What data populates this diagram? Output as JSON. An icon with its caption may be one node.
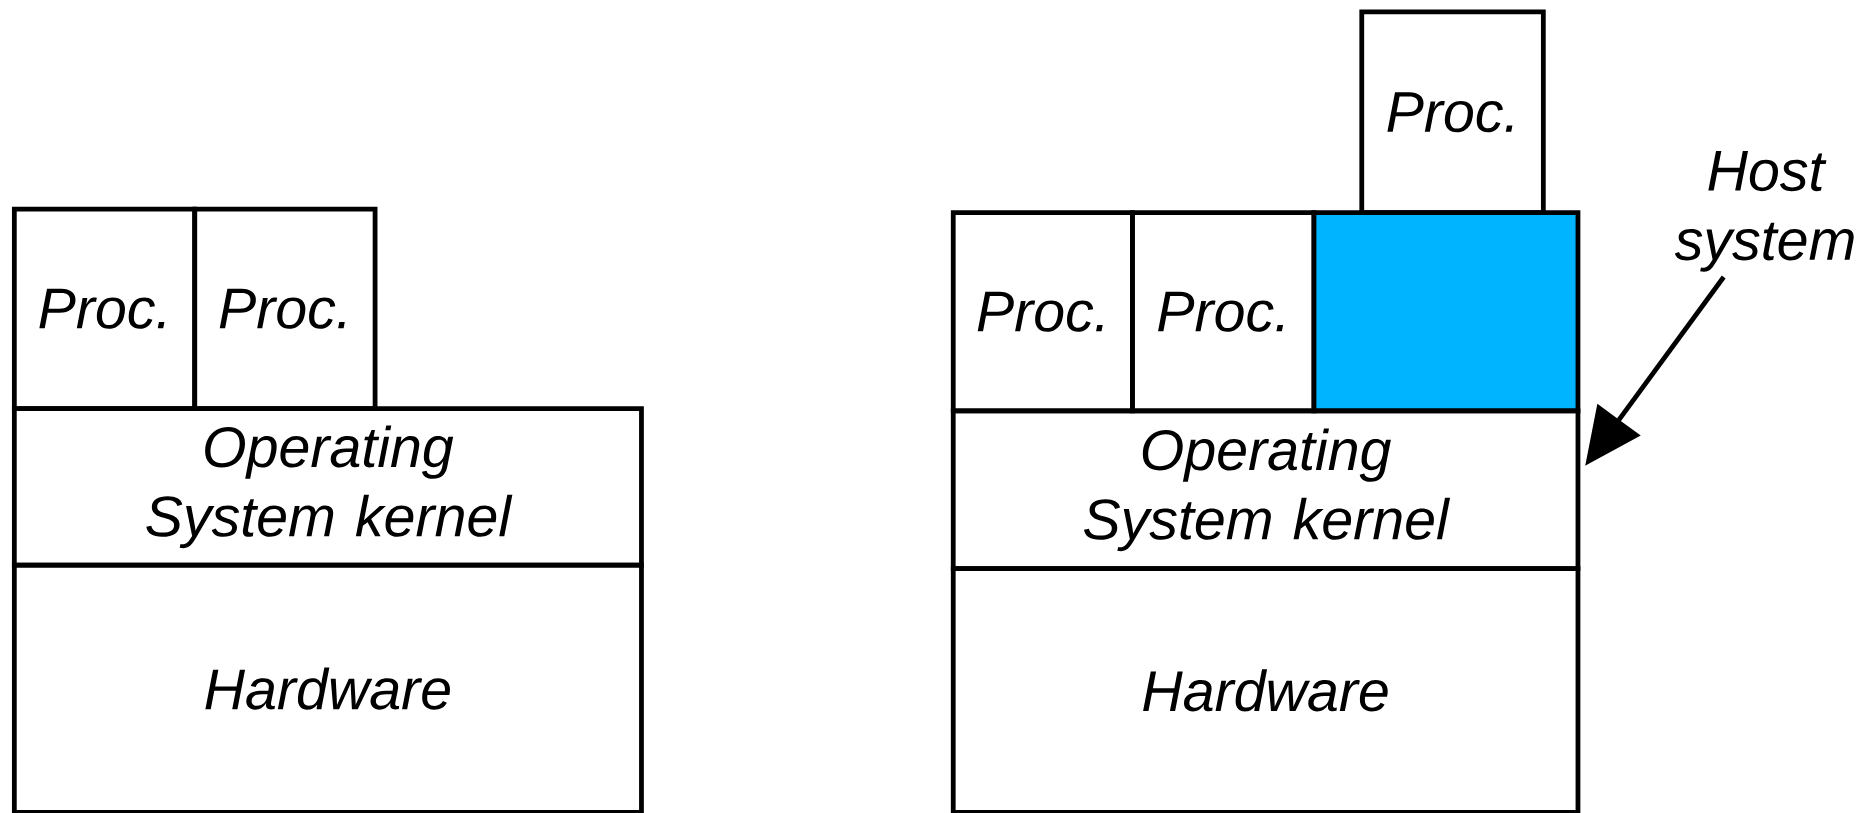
{
  "diagram": {
    "nodes": [
      {
        "text": [
          "Proc."
        ]
      },
      {
        "text": [
          "Proc."
        ]
      },
      {
        "text": [
          "Operating System kernel"
        ]
      },
      {
        "text": [
          "Hardware"
        ]
      },
      {
        "text": [
          "Proc."
        ]
      },
      {
        "text": [
          "Host system"
        ]
      },
      {
        "text": [
          "Proc."
        ]
      },
      {
        "text": [
          "Proc."
        ]
      },
      {
        "text": [],
        "shape": "box"
      },
      {
        "text": [
          "Operating System kernel"
        ]
      },
      {
        "text": [
          "Hardware"
        ]
      }
    ],
    "edges": [
      {
        "from": 5,
        "to": 9,
        "arrow": "to"
      }
    ]
  }
}
